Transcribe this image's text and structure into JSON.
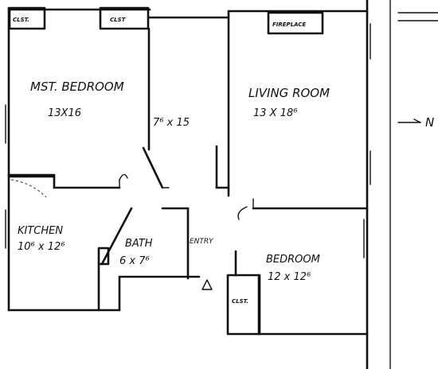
{
  "rooms": {
    "master_bedroom": {
      "name": "MST. BEDROOM",
      "size": "13X16"
    },
    "hall": {
      "size": "7⁶ x 15"
    },
    "living_room": {
      "name": "LIVING ROOM",
      "size": "13 X 18⁶"
    },
    "kitchen": {
      "name": "KITCHEN",
      "size": "10⁶ x 12⁶"
    },
    "bath": {
      "name": "BATH",
      "size": "6 x 7⁶"
    },
    "entry": {
      "name": "ENTRY"
    },
    "bedroom": {
      "name": "BEDROOM",
      "size": "12 x 12⁶"
    }
  },
  "closets": {
    "closet_1": "CLST.",
    "closet_2": "CLST",
    "closet_3": "CLST."
  },
  "fireplace": "FIREPLACE",
  "north_label": "N",
  "colors": {
    "ink": "#111111",
    "paper": "#ffffff"
  }
}
